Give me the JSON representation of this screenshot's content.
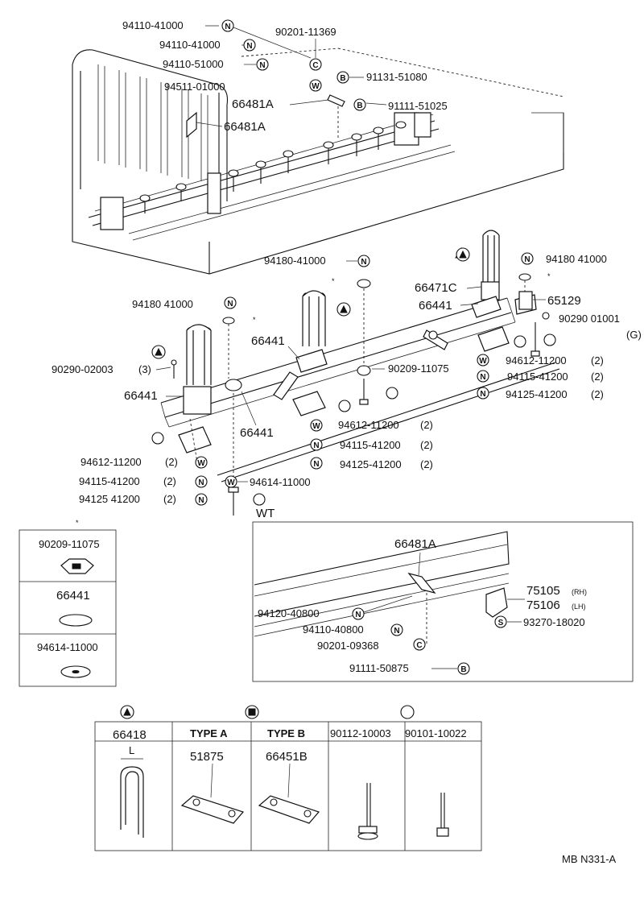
{
  "diagram_id": "MB N331-A",
  "size_unit": "(2)",
  "note_3": "(3)",
  "side_rh": "(RH)",
  "side_lh": "(LH)",
  "paren_g": "(G)",
  "wt": "WT",
  "asterisk": "*",
  "letters": {
    "n": "N",
    "w": "W",
    "b": "B",
    "c": "C",
    "s": "S"
  },
  "parts": {
    "p94110_41000": "94110-41000",
    "p90201_11369": "90201-11369",
    "p94110_51000": "94110-51000",
    "p91131_51080": "91131-51080",
    "p94511_01000": "94511-01000",
    "p66481A": "66481A",
    "p91111_51025": "91111-51025",
    "p94180_41000": "94180-41000",
    "p94180_41000b": "94180 41000",
    "p66471C": "66471C",
    "p66441": "66441",
    "p65129": "65129",
    "p90290_01001": "90290 01001",
    "p90290_02003": "90290-02003",
    "p90209_11075": "90209-11075",
    "p94612_11200": "94612-11200",
    "p94115_41200": "94115-41200",
    "p94125_41200": "94125-41200",
    "p94125_41200b": "94125 41200",
    "p94614_11000": "94614-11000",
    "p75105": "75105",
    "p75106": "75106",
    "p94120_40800": "94120-40800",
    "p94110_40800": "94110-40800",
    "p93270_18020": "93270-18020",
    "p90201_09368": "90201-09368",
    "p91111_50875": "91111-50875",
    "p66418": "66418",
    "p51875": "51875",
    "p66451B": "66451B",
    "p90112_10003": "90112-10003",
    "p90101_10022": "90101-10022"
  },
  "legend": {
    "type_a": "TYPE A",
    "type_b": "TYPE B",
    "dim_l": "L"
  }
}
